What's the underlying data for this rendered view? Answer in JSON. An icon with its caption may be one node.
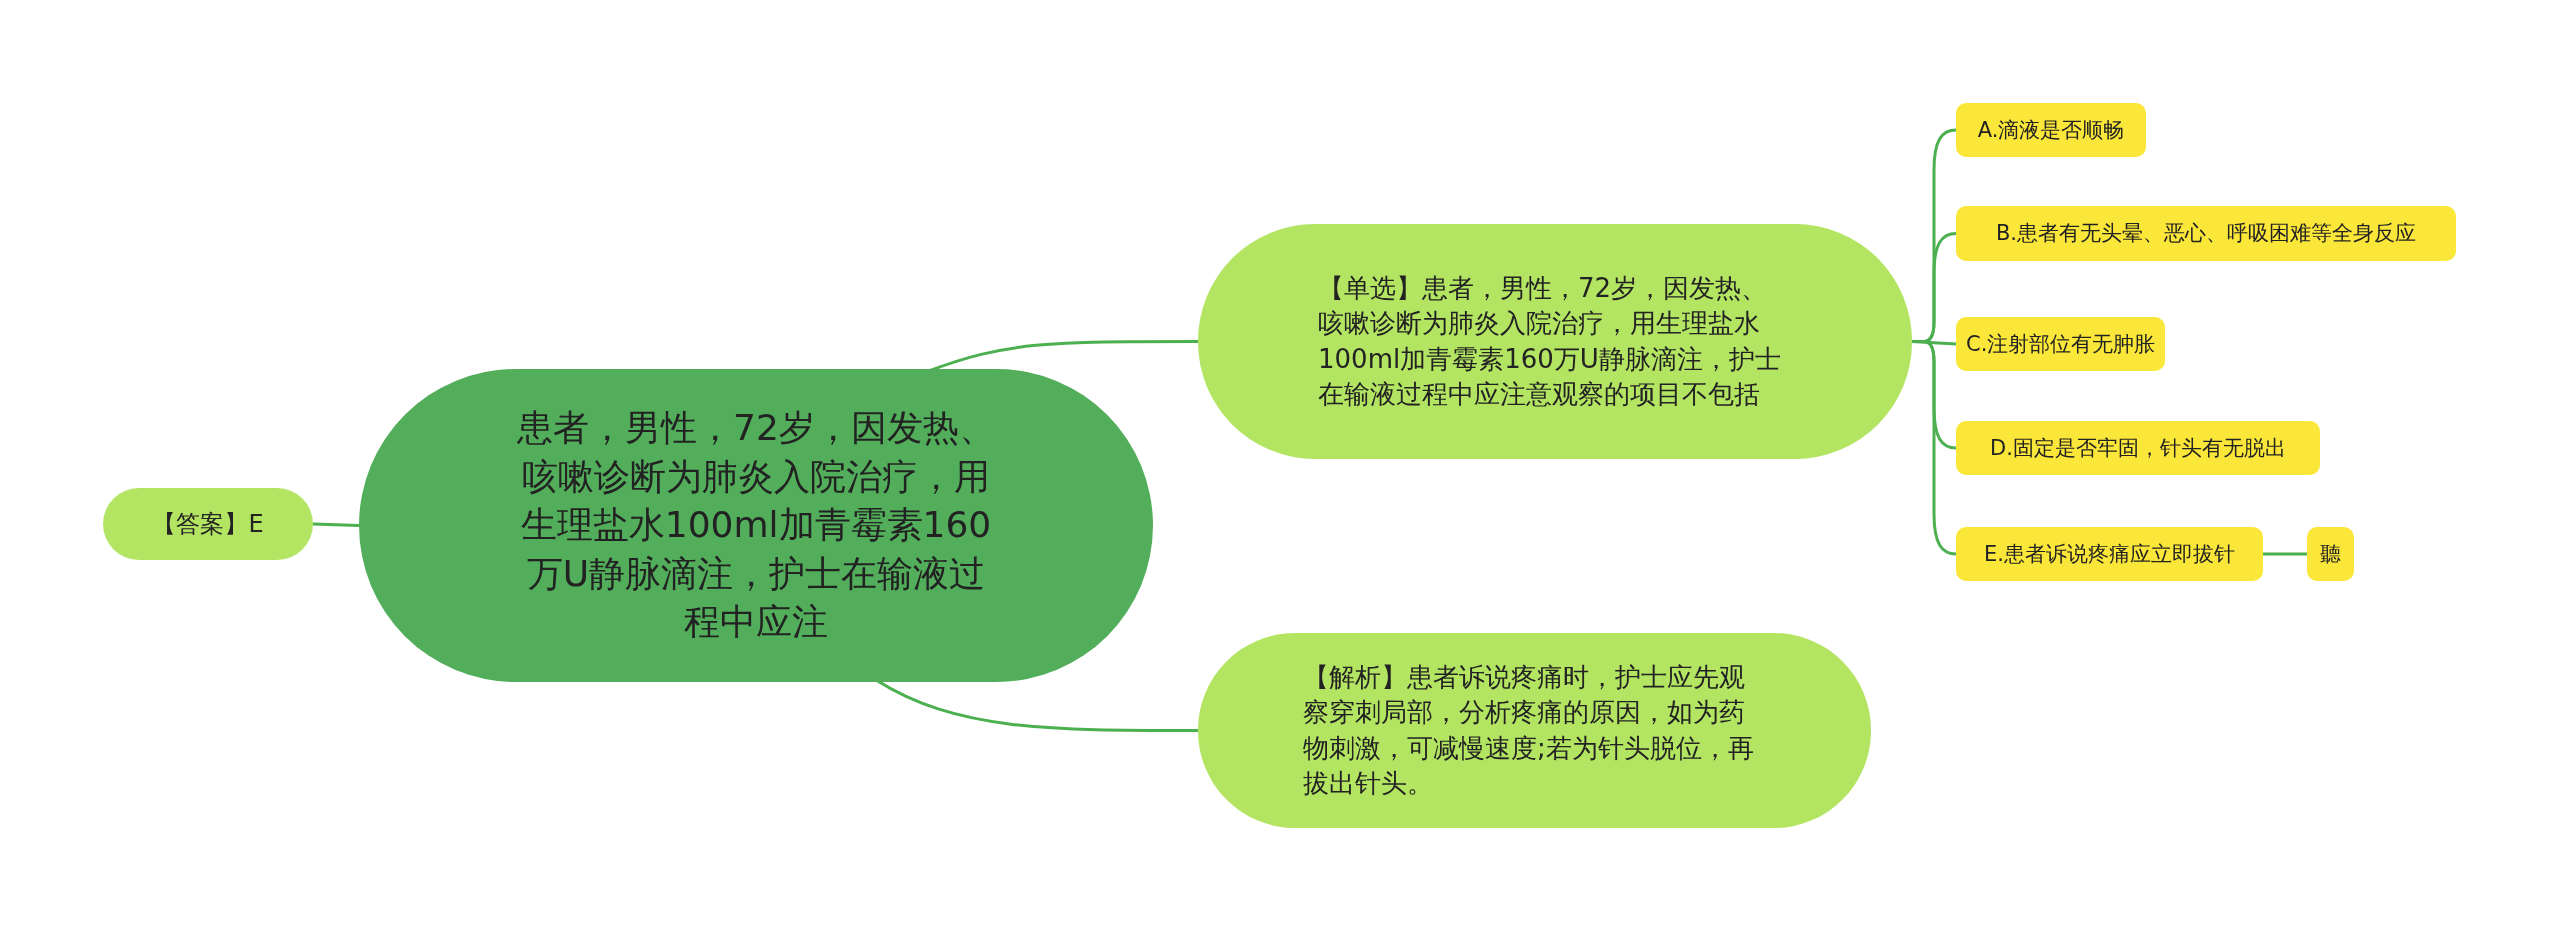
{
  "diagram": {
    "nodes": [
      {
        "text": [
          "患者，男性，72岁，因发热、咳嗽诊断为肺炎入院治疗，用生理盐水100ml加青霉素160万U静脉滴注，护士在输液过程中应注"
        ]
      },
      {
        "text": [
          "【答案】E"
        ]
      },
      {
        "text": [
          "【单选】患者，男性，72岁，因发热、咳嗽诊断为肺炎入院治疗，用生理盐水100ml加青霉素160万U静脉滴注，护士在输液过程中应注意观察的项目不包括"
        ]
      },
      {
        "text": [
          "【解析】患者诉说疼痛时，护士应先观察穿刺局部，分析疼痛的原因，如为药物刺激，可减慢速度;若为针头脱位，再拔出针头。"
        ]
      },
      {
        "text": [
          "A.滴液是否顺畅"
        ]
      },
      {
        "text": [
          "B.患者有无头晕、恶心、呼吸困难等全身反应"
        ]
      },
      {
        "text": [
          "C.注射部位有无肿胀"
        ]
      },
      {
        "text": [
          "D.固定是否牢固，针头有无脱出"
        ]
      },
      {
        "text": [
          "E.患者诉说疼痛应立即拔针"
        ]
      },
      {
        "text": [
          "聽"
        ]
      }
    ],
    "edges": [
      {
        "from": 0,
        "to": 1,
        "arrow": "none"
      },
      {
        "from": 0,
        "to": 2,
        "arrow": "none"
      },
      {
        "from": 0,
        "to": 3,
        "arrow": "none"
      },
      {
        "from": 2,
        "to": 4,
        "arrow": "none"
      },
      {
        "from": 2,
        "to": 5,
        "arrow": "none"
      },
      {
        "from": 2,
        "to": 6,
        "arrow": "none"
      },
      {
        "from": 2,
        "to": 7,
        "arrow": "none"
      },
      {
        "from": 2,
        "to": 8,
        "arrow": "none"
      },
      {
        "from": 8,
        "to": 9,
        "arrow": "none"
      }
    ]
  }
}
